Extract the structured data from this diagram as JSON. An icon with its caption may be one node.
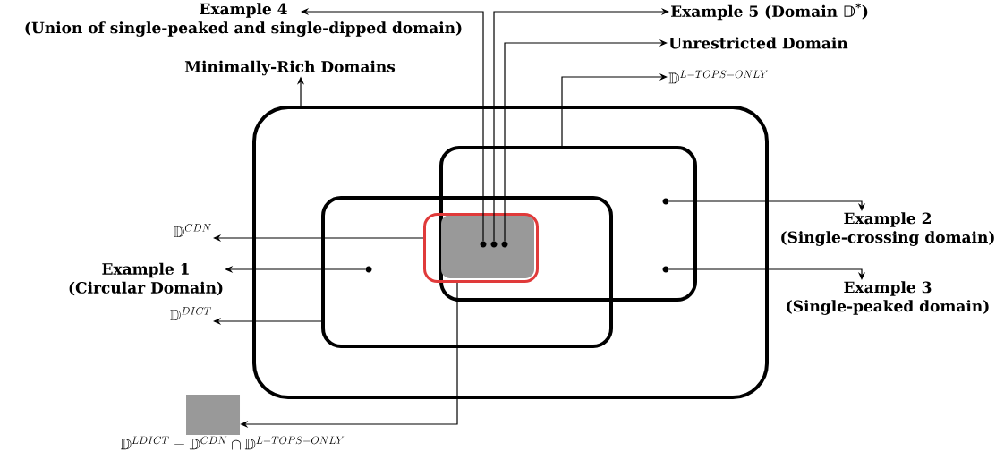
{
  "diagram": {
    "nodes": [
      {
        "text": [],
        "shape": "box"
      },
      {
        "text": [],
        "shape": "box",
        "in": 0
      },
      {
        "text": [],
        "shape": "box",
        "in": 0
      },
      {
        "text": [],
        "shape": "box",
        "in": 2
      },
      {
        "text": [],
        "shape": "circle",
        "in": 3
      },
      {
        "text": [],
        "shape": "circle",
        "in": 3
      },
      {
        "text": [],
        "shape": "circle",
        "in": 3
      },
      {
        "text": [],
        "shape": "circle",
        "in": 2
      },
      {
        "text": [],
        "shape": "circle",
        "in": 1
      },
      {
        "text": [],
        "shape": "circle",
        "in": 1
      },
      {
        "text": [
          "Example 4",
          "(Union of single-peaked and single-dipped domain)"
        ]
      },
      {
        "text": [
          "Example 5 (Domain 𝔻$^{*}$)"
        ]
      },
      {
        "text": [
          "Unrestricted Domain"
        ]
      },
      {
        "text": [
          "\\mathbb{D}^{L-TOPS-ONLY}"
        ]
      },
      {
        "text": [
          "Minimally-Rich Domains"
        ]
      },
      {
        "text": [
          "Example 2",
          "(Single-crossing domain)"
        ]
      },
      {
        "text": [
          "Example 3",
          "(Single-peaked domain)"
        ]
      },
      {
        "text": [
          "\\mathbb{D}^{CDN}"
        ]
      },
      {
        "text": [
          "Example 1",
          "(Circular Domain)"
        ]
      },
      {
        "text": [
          "\\mathbb{D}^{DICT}"
        ]
      },
      {
        "text": [],
        "shape": "box",
        "beside": [
          "\\mathbb{D}^{LDICT} = \\mathbb{D}^{CDN} \\cap \\mathbb{D}^{L-TOPS-ONLY}"
        ]
      }
    ],
    "edges": [
      {
        "from": 4,
        "to": 10,
        "arrow": "to"
      },
      {
        "from": 5,
        "to": 11,
        "arrow": "to"
      },
      {
        "from": 6,
        "to": 12,
        "arrow": "to"
      },
      {
        "from": 1,
        "to": 13,
        "arrow": "to"
      },
      {
        "from": 0,
        "to": 14,
        "arrow": "to"
      },
      {
        "from": 8,
        "to": 15,
        "arrow": "to"
      },
      {
        "from": 9,
        "to": 16,
        "arrow": "to"
      },
      {
        "from": 3,
        "to": 17,
        "arrow": "to"
      },
      {
        "from": 7,
        "to": 18,
        "arrow": "to"
      },
      {
        "from": 2,
        "to": 19,
        "arrow": "to"
      },
      {
        "from": 3,
        "to": 20,
        "arrow": "to"
      }
    ]
  }
}
